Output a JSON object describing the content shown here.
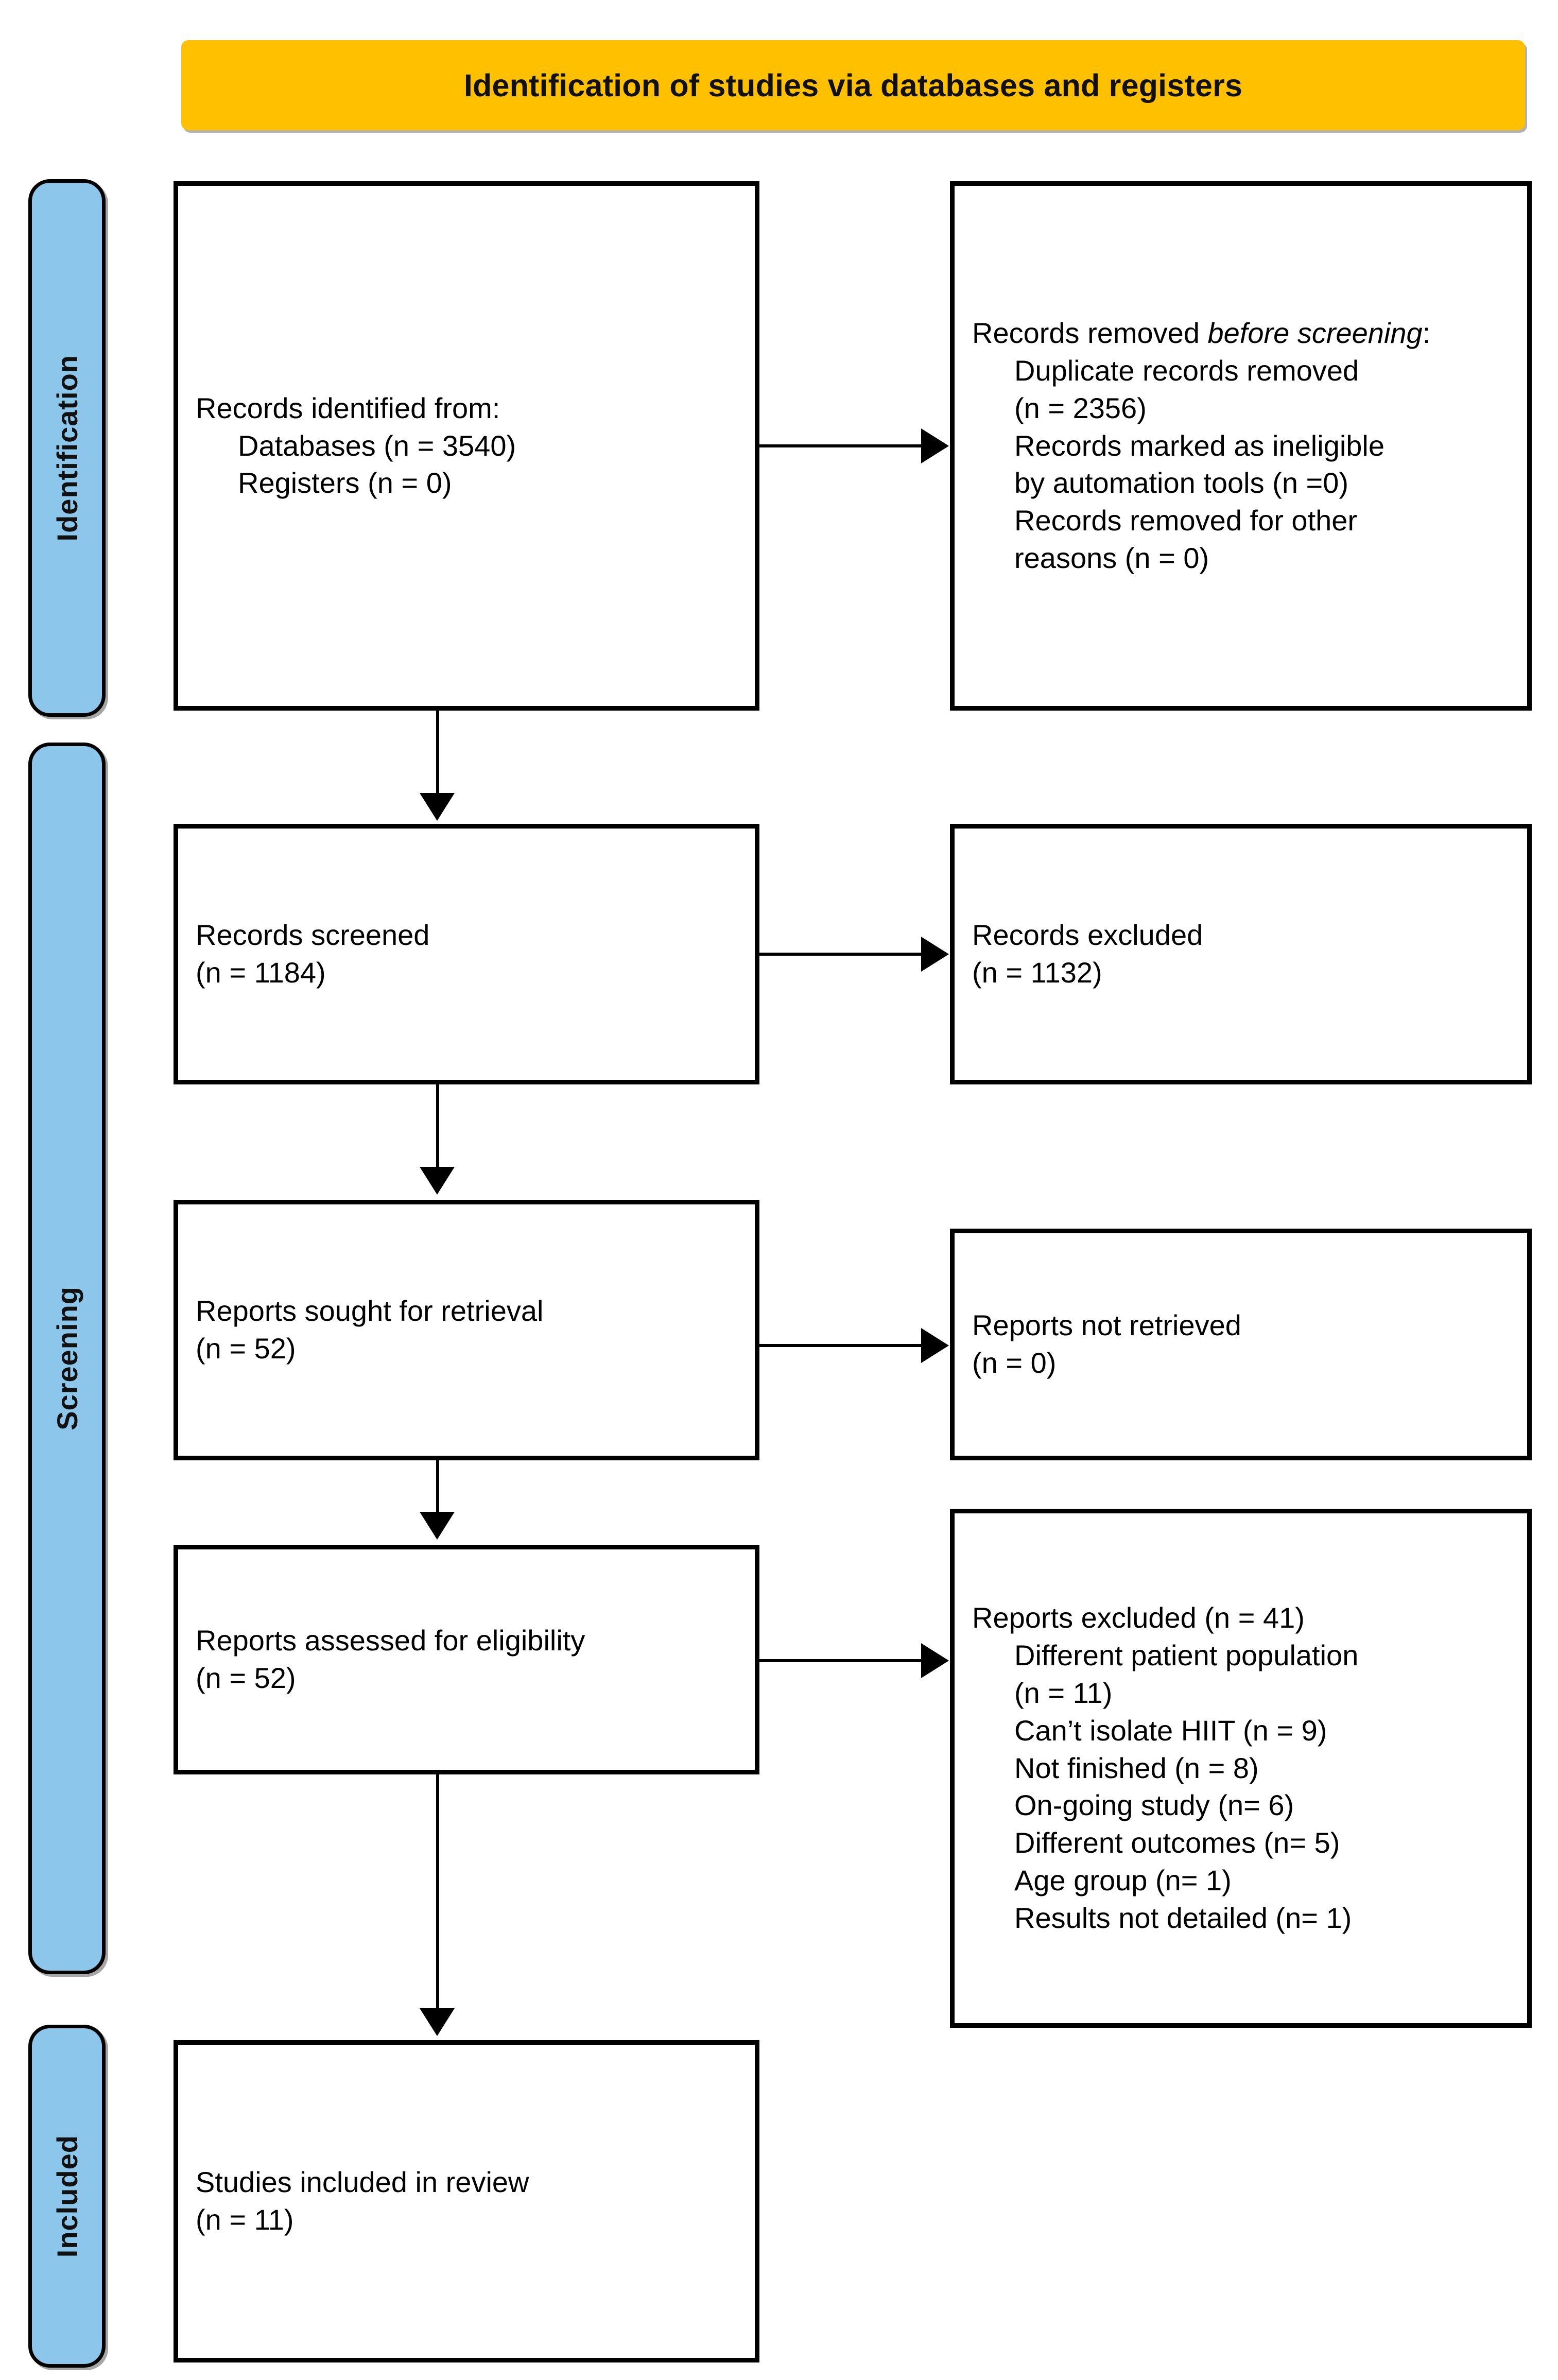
{
  "diagram": {
    "type": "prisma-flow-diagram",
    "banner": {
      "title": "Identification of studies via databases and registers"
    },
    "colors": {
      "banner_fill": "#FFC000",
      "phase_fill": "#8CC6EA",
      "box_border": "#000000",
      "box_fill": "#FFFFFF",
      "text": "#000000"
    },
    "phases": [
      {
        "id": "identification",
        "label": "Identification"
      },
      {
        "id": "screening",
        "label": "Screening"
      },
      {
        "id": "included",
        "label": "Included"
      }
    ],
    "boxes": {
      "identified": {
        "lines": [
          {
            "text": "Records identified from:",
            "indent": false
          },
          {
            "text": "Databases (n = 3540)",
            "indent": true
          },
          {
            "text": "Registers (n = 0)",
            "indent": true
          }
        ]
      },
      "removed": {
        "heading_plain": "Records removed ",
        "heading_italic": "before screening",
        "heading_tail": ":",
        "lines": [
          {
            "text": "Duplicate records removed",
            "indent": true
          },
          {
            "text": "(n = 2356)",
            "indent": true
          },
          {
            "text": "Records marked as ineligible",
            "indent": true
          },
          {
            "text": "by automation tools (n =0)",
            "indent": true
          },
          {
            "text": "Records removed for other",
            "indent": true
          },
          {
            "text": "reasons (n = 0)",
            "indent": true
          }
        ]
      },
      "screened": {
        "lines": [
          {
            "text": "Records screened",
            "indent": false
          },
          {
            "text": "(n = 1184)",
            "indent": false
          }
        ]
      },
      "excluded_records": {
        "lines": [
          {
            "text": "Records excluded",
            "indent": false
          },
          {
            "text": "(n = 1132)",
            "indent": false
          }
        ]
      },
      "sought": {
        "lines": [
          {
            "text": "Reports sought for retrieval",
            "indent": false
          },
          {
            "text": "(n = 52)",
            "indent": false
          }
        ]
      },
      "not_retrieved": {
        "lines": [
          {
            "text": "Reports not retrieved",
            "indent": false
          },
          {
            "text": "(n = 0)",
            "indent": false
          }
        ]
      },
      "assessed": {
        "lines": [
          {
            "text": "Reports assessed for eligibility",
            "indent": false
          },
          {
            "text": "(n = 52)",
            "indent": false
          }
        ]
      },
      "excluded_reports": {
        "lines": [
          {
            "text": "Reports excluded (n = 41)",
            "indent": false
          },
          {
            "text": "Different patient population",
            "indent": true
          },
          {
            "text": "(n = 11)",
            "indent": true
          },
          {
            "text": "Can’t isolate HIIT (n = 9)",
            "indent": true
          },
          {
            "text": "Not finished (n = 8)",
            "indent": true
          },
          {
            "text": "On-going study (n= 6)",
            "indent": true
          },
          {
            "text": "Different outcomes (n= 5)",
            "indent": true
          },
          {
            "text": "Age group (n= 1)",
            "indent": true
          },
          {
            "text": "Results not detailed (n= 1)",
            "indent": true
          }
        ]
      },
      "included": {
        "lines": [
          {
            "text": "Studies included in review",
            "indent": false
          },
          {
            "text": "(n = 11)",
            "indent": false
          }
        ]
      }
    },
    "flow_counts": {
      "records_identified_databases": 3540,
      "records_identified_registers": 0,
      "duplicates_removed": 2356,
      "marked_ineligible_by_automation": 0,
      "removed_other_reasons": 0,
      "records_screened": 1184,
      "records_excluded": 1132,
      "reports_sought": 52,
      "reports_not_retrieved": 0,
      "reports_assessed": 52,
      "reports_excluded_total": 41,
      "excluded_different_patient_population": 11,
      "excluded_cant_isolate_hiit": 9,
      "excluded_not_finished": 8,
      "excluded_ongoing_study": 6,
      "excluded_different_outcomes": 5,
      "excluded_age_group": 1,
      "excluded_results_not_detailed": 1,
      "studies_included": 11
    }
  }
}
